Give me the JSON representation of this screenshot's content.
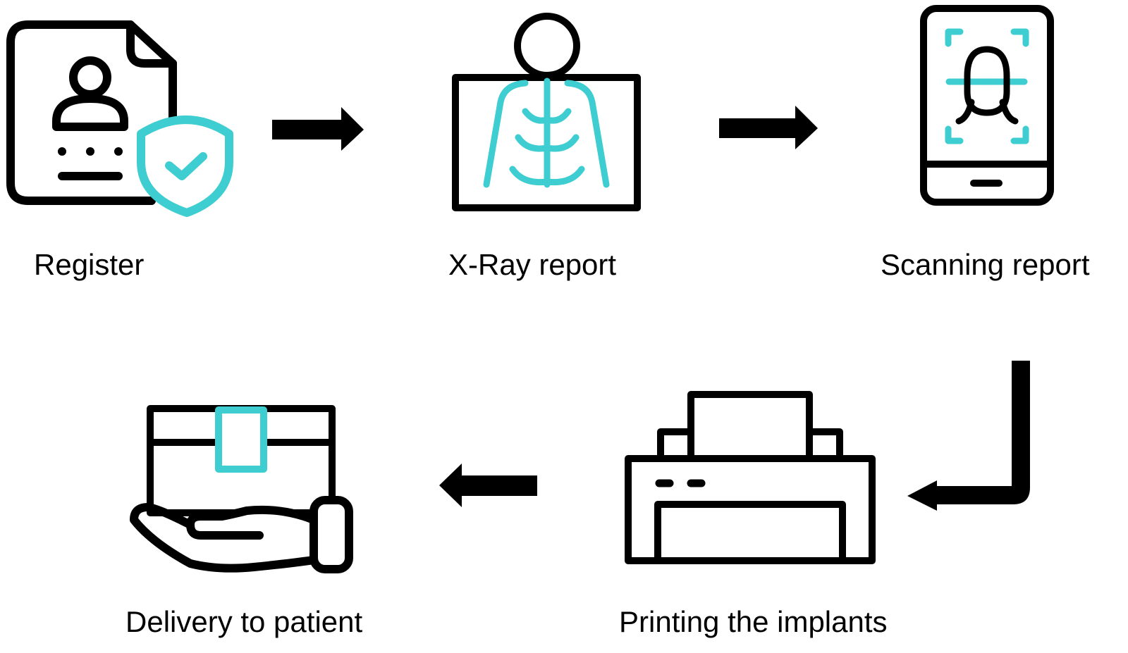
{
  "colors": {
    "ink": "#000000",
    "accent": "#3ecdd0",
    "background": "#ffffff"
  },
  "steps": [
    {
      "label": "Register",
      "icon": "document-user-shield-icon"
    },
    {
      "label": "X-Ray report",
      "icon": "xray-chest-icon"
    },
    {
      "label": "Scanning report",
      "icon": "phone-face-scan-icon"
    },
    {
      "label": "Printing the implants",
      "icon": "printer-icon"
    },
    {
      "label": "Delivery to patient",
      "icon": "hand-box-delivery-icon"
    }
  ]
}
